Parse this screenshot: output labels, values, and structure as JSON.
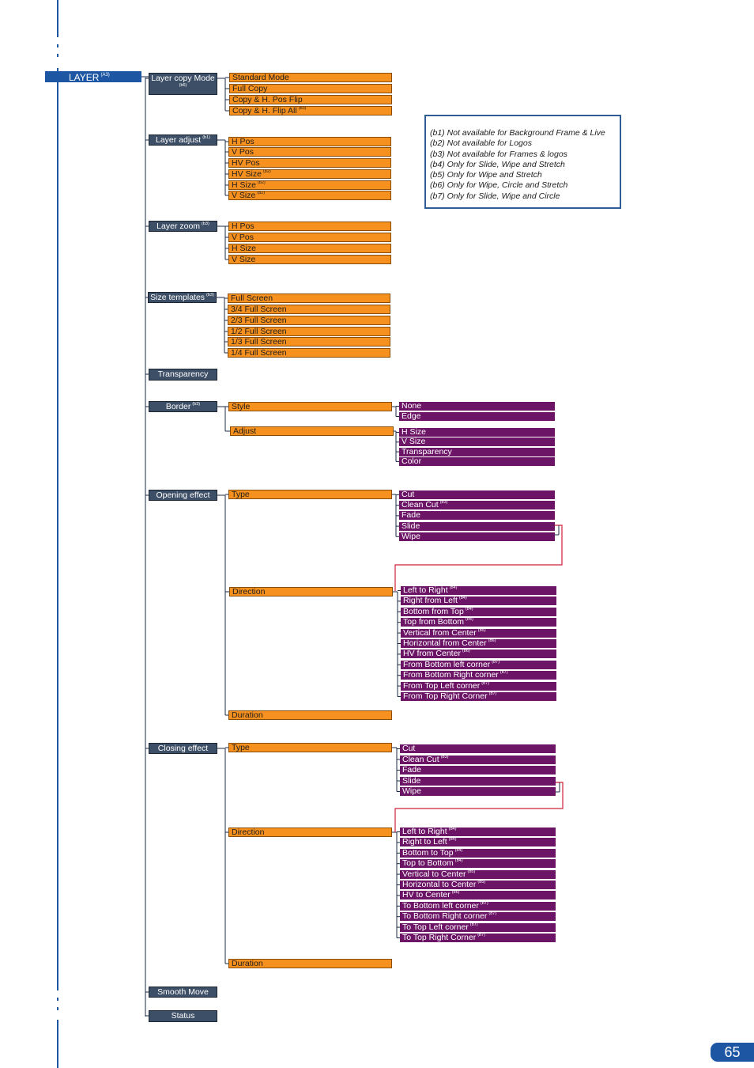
{
  "root": {
    "label": "LAYER",
    "sup": "(A3)"
  },
  "sections": [
    {
      "label": "Layer copy Mode",
      "sup": "",
      "sub": "(b6)",
      "items": [
        {
          "label": "Standard Mode",
          "sup": ""
        },
        {
          "label": "Full Copy",
          "sup": ""
        },
        {
          "label": "Copy & H. Pos Flip",
          "sup": ""
        },
        {
          "label": "Copy & H. Flip All",
          "sup": "(b3)"
        }
      ]
    },
    {
      "label": "Layer adjust",
      "sup": "(b1)",
      "sub": "",
      "items": [
        {
          "label": "H Pos",
          "sup": ""
        },
        {
          "label": "V Pos",
          "sup": ""
        },
        {
          "label": "HV Pos",
          "sup": ""
        },
        {
          "label": "HV Size",
          "sup": "(b2)"
        },
        {
          "label": "H Size",
          "sup": "(b2)"
        },
        {
          "label": "V Size",
          "sup": "(b2)"
        }
      ]
    },
    {
      "label": "Layer zoom",
      "sup": "(b3)",
      "sub": "",
      "items": [
        {
          "label": "H Pos",
          "sup": ""
        },
        {
          "label": "V Pos",
          "sup": ""
        },
        {
          "label": "H Size",
          "sup": ""
        },
        {
          "label": "V Size",
          "sup": ""
        }
      ]
    },
    {
      "label": "Size templates",
      "sup": "(b3)",
      "sub": "",
      "items": [
        {
          "label": "Full Screen",
          "sup": ""
        },
        {
          "label": "3/4 Full Screen",
          "sup": ""
        },
        {
          "label": "2/3 Full Screen",
          "sup": ""
        },
        {
          "label": "1/2 Full Screen",
          "sup": ""
        },
        {
          "label": "1/3 Full Screen",
          "sup": ""
        },
        {
          "label": "1/4 Full Screen",
          "sup": ""
        }
      ]
    },
    {
      "label": "Transparency",
      "sup": "",
      "sub": "",
      "items": []
    },
    {
      "label": "Border",
      "sup": "(b3)",
      "sub": "",
      "items": [
        {
          "label": "Style",
          "sup": "",
          "children": [
            {
              "label": "None",
              "sup": ""
            },
            {
              "label": "Edge",
              "sup": ""
            }
          ]
        },
        {
          "label": "Adjust",
          "sup": "",
          "children": [
            {
              "label": "H Size",
              "sup": ""
            },
            {
              "label": "V Size",
              "sup": ""
            },
            {
              "label": "Transparency",
              "sup": ""
            },
            {
              "label": "Color",
              "sup": ""
            }
          ]
        }
      ]
    },
    {
      "label": "Opening effect",
      "sup": "",
      "sub": "",
      "items": [
        {
          "label": "Type",
          "sup": "",
          "children": [
            {
              "label": "Cut",
              "sup": ""
            },
            {
              "label": "Clean Cut",
              "sup": "(b3)"
            },
            {
              "label": "Fade",
              "sup": ""
            },
            {
              "label": "Slide",
              "sup": ""
            },
            {
              "label": "Wipe",
              "sup": ""
            }
          ]
        },
        {
          "label": "Direction",
          "sup": "",
          "children": [
            {
              "label": "Left to Right",
              "sup": "(b4)"
            },
            {
              "label": "Right from Left",
              "sup": "(b4)"
            },
            {
              "label": "Bottom from Top",
              "sup": "(b4)"
            },
            {
              "label": "Top from Bottom",
              "sup": "(b4)"
            },
            {
              "label": "Vertical from Center",
              "sup": "(b5)"
            },
            {
              "label": "Horizontal from Center",
              "sup": "(b6)"
            },
            {
              "label": "HV from Center",
              "sup": "(b6)"
            },
            {
              "label": "From Bottom left corner",
              "sup": "(b7)"
            },
            {
              "label": "From Bottom Right corner",
              "sup": "(b7)"
            },
            {
              "label": "From Top Left corner",
              "sup": "(b7)"
            },
            {
              "label": "From Top Right Corner",
              "sup": "(b7)"
            }
          ]
        },
        {
          "label": "Duration",
          "sup": ""
        }
      ]
    },
    {
      "label": "Closing effect",
      "sup": "",
      "sub": "",
      "items": [
        {
          "label": "Type",
          "sup": "",
          "children": [
            {
              "label": "Cut",
              "sup": ""
            },
            {
              "label": "Clean Cut",
              "sup": "(b3)"
            },
            {
              "label": "Fade",
              "sup": ""
            },
            {
              "label": "Slide",
              "sup": ""
            },
            {
              "label": "Wipe",
              "sup": ""
            }
          ]
        },
        {
          "label": "Direction",
          "sup": "",
          "children": [
            {
              "label": "Left to Right",
              "sup": "(b4)"
            },
            {
              "label": "Right to Left",
              "sup": "(b4)"
            },
            {
              "label": "Bottom to Top",
              "sup": "(b4)"
            },
            {
              "label": "Top to Bottom",
              "sup": "(b4)"
            },
            {
              "label": "Vertical to Center",
              "sup": "(b5)"
            },
            {
              "label": "Horizontal to Center",
              "sup": "(b5)"
            },
            {
              "label": "HV to Center",
              "sup": "(b6)"
            },
            {
              "label": "To Bottom left corner",
              "sup": "(b7)"
            },
            {
              "label": "To Bottom Right corner",
              "sup": "(b7)"
            },
            {
              "label": "To Top Left corner",
              "sup": "(b7)"
            },
            {
              "label": "To Top Right Corner",
              "sup": "(b7)"
            }
          ]
        },
        {
          "label": "Duration",
          "sup": ""
        }
      ]
    },
    {
      "label": "Smooth Move",
      "sup": "",
      "sub": "",
      "items": []
    },
    {
      "label": "Status",
      "sup": "",
      "sub": "",
      "items": []
    }
  ],
  "notes": [
    "(b1) Not available for Background Frame & Live",
    "(b2) Not available for Logos",
    "(b3) Not available for Frames & logos",
    "(b4) Only for Slide, Wipe and Stretch",
    "(b5) Only for Wipe and Stretch",
    "(b6) Only for Wipe, Circle and Stretch",
    "(b7) Only for Slide, Wipe and Circle"
  ],
  "page_number": "65",
  "colors": {
    "level1": "#3d4f66",
    "level2": "#f6901e",
    "level3": "#6c1466",
    "accent": "#1d57a4",
    "link": "#d0203a"
  }
}
